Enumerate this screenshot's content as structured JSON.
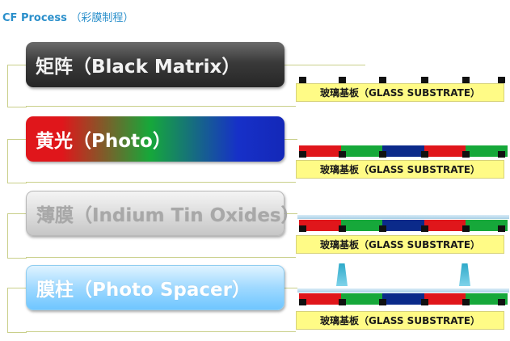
{
  "title": {
    "en": "CF Process",
    "cn": "（彩膜制程）"
  },
  "steps": [
    {
      "label": "矩阵（Black Matrix）"
    },
    {
      "label": "黄光（Photo）"
    },
    {
      "label": "薄膜（Indium Tin Oxides）"
    },
    {
      "label": "膜柱（Photo Spacer）"
    }
  ],
  "substrate_label": "玻璃基板（GLASS SUBSTRATE）",
  "colors": {
    "red": "#e0161b",
    "green": "#16a83a",
    "blue": "#0b2a8a",
    "black_matrix": "#111111",
    "glass": "#fffb86",
    "spacer": "#2ea9c9"
  }
}
